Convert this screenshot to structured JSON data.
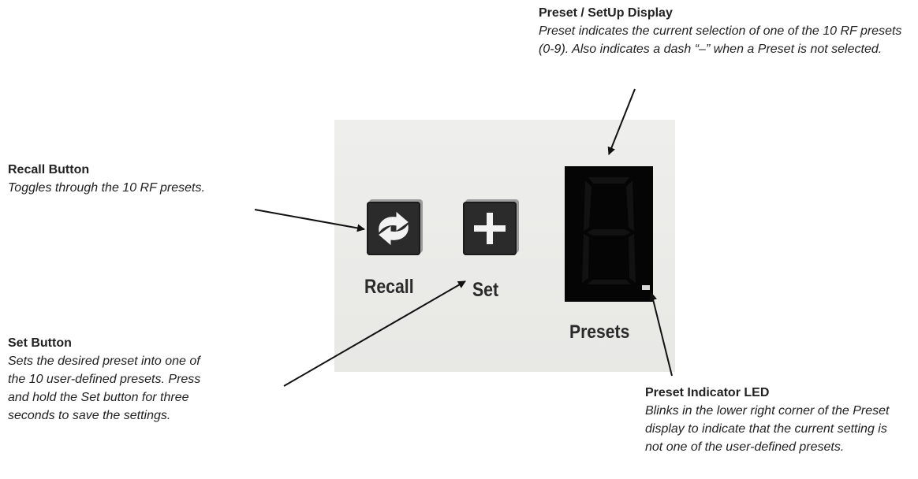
{
  "callouts": {
    "preset_display": {
      "title": "Preset / SetUp Display",
      "desc": "Preset indicates the current selection of one of the 10 RF presets (0-9). Also indicates a dash “–” when a Preset is not selected."
    },
    "recall": {
      "title": "Recall Button",
      "desc": "Toggles through the 10 RF presets."
    },
    "set": {
      "title": "Set Button",
      "desc": "Sets the desired preset into one of the 10 user-defined presets. Press and hold the Set button for three seconds to save the settings."
    },
    "led": {
      "title": "Preset Indicator LED",
      "desc": "Blinks in the lower right corner of the Preset display to indicate that the current setting is not one of the user-defined presets."
    }
  },
  "panel": {
    "recall_label": "Recall",
    "set_label": "Set",
    "presets_label": "Presets"
  },
  "icons": {
    "recall": "recall-arrows-icon",
    "set": "plus-icon"
  },
  "colors": {
    "button": "#2b2b2b",
    "display": "#050505",
    "panel": "#eeeeec"
  }
}
